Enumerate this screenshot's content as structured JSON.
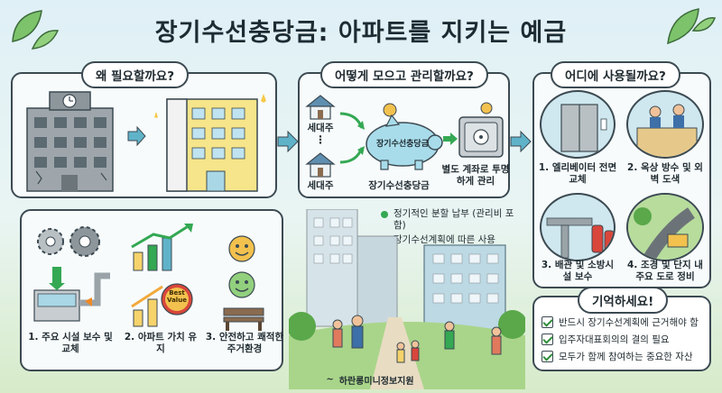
{
  "title": "장기수선충당금: 아파트를 지키는 예금",
  "sections": {
    "why": {
      "heading": "왜 필요할까요?"
    },
    "how": {
      "heading": "어떻게 모으고 관리할까요?",
      "household_label_1": "세대주",
      "household_label_2": "세대주",
      "dots": "⋮",
      "piggy_text": "장기수선충당금",
      "piggy_caption": "장기수선충당금",
      "safe_caption": "별도 계좌로 투명하게 관리",
      "bullets": [
        "정기적인 분할 납부 (관리비 포함)",
        "장기수선계획에 따른 사용"
      ]
    },
    "where": {
      "heading": "어디에 사용될까요?",
      "items": [
        "1. 엘리베이터 전면 교체",
        "2. 옥상 방수 및 외벽 도색",
        "3. 배관 및 소방시설 보수",
        "4. 조경 및 단지 내 주요 도로 정비"
      ]
    },
    "benefits": {
      "items": [
        "1. 주요 시설 보수 및 교체",
        "2. 아파트 가치 유지",
        "3. 안전하고 쾌적한 주거환경"
      ],
      "badge_line1": "Best",
      "badge_line2": "Value"
    },
    "remember": {
      "heading": "기억하세요!",
      "items": [
        "반드시 장기수선계획에 근거해야 함",
        "입주자대표회의의 결의 필요",
        "모두가 함께 참여하는 중요한 자산"
      ]
    }
  },
  "footer": {
    "org": "하란롱미니정보지원"
  },
  "colors": {
    "accent": "#5fb3c9",
    "green": "#34a853",
    "yellow": "#f6e58a",
    "gray": "#b9c0c4"
  }
}
